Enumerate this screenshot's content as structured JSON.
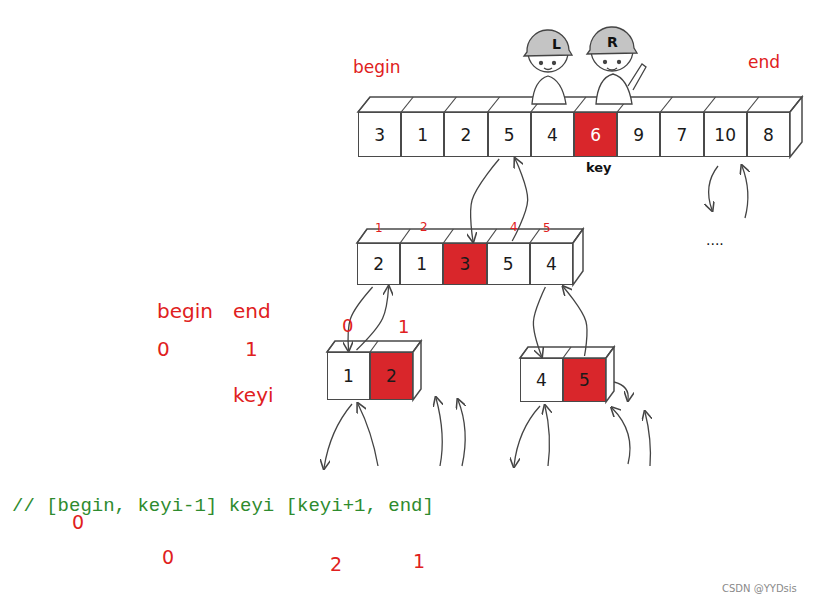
{
  "diagram": {
    "nodes": [
      {
        "text": [
          "3"
        ]
      },
      {
        "text": [
          "1"
        ]
      },
      {
        "text": [
          "2"
        ]
      },
      {
        "text": [
          "5"
        ]
      },
      {
        "text": [
          "4"
        ]
      },
      {
        "text": [
          "6"
        ]
      },
      {
        "text": [
          "9"
        ]
      },
      {
        "text": [
          "7"
        ]
      },
      {
        "text": [
          "10"
        ]
      },
      {
        "text": [
          "8"
        ]
      },
      {
        "text": [
          "2"
        ]
      },
      {
        "text": [
          "1"
        ]
      },
      {
        "text": [
          "3"
        ]
      },
      {
        "text": [
          "5"
        ]
      },
      {
        "text": [
          "4"
        ]
      },
      {
        "text": [
          "1"
        ]
      },
      {
        "text": [
          "2"
        ]
      },
      {
        "text": [
          "4"
        ]
      },
      {
        "text": [
          "5"
        ]
      }
    ],
    "edges": [
      {
        "from": 3,
        "to": 12,
        "arrow": "to"
      },
      {
        "from": 13,
        "to": 3,
        "arrow": "to"
      },
      {
        "from": 10,
        "to": 15,
        "arrow": "to"
      },
      {
        "from": 15,
        "to": 10,
        "arrow": "to"
      },
      {
        "from": 14,
        "to": 17,
        "arrow": "to"
      },
      {
        "from": 18,
        "to": 14,
        "arrow": "to"
      }
    ],
    "labels": [
      "L",
      "R",
      "begin",
      "end",
      "key",
      "1",
      "2",
      "4",
      "5",
      "....",
      "begin",
      "end",
      "0",
      "1",
      "0",
      "1",
      "keyi",
      "// [begin, keyi-1] keyi [keyi+1, end]",
      "0",
      "0",
      "2",
      "1",
      "CSDN @YYDsis"
    ]
  }
}
